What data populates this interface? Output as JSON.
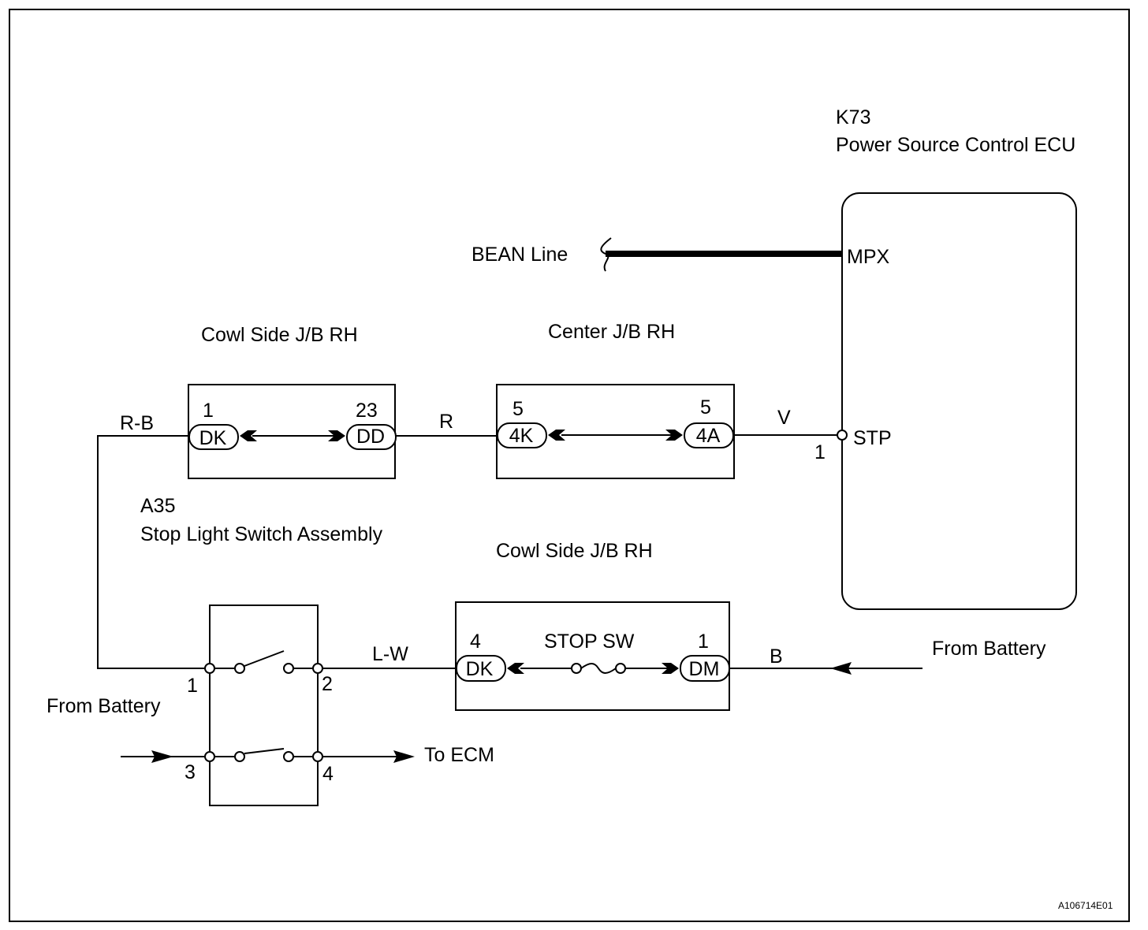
{
  "ecu": {
    "code": "K73",
    "name": "Power Source Control ECU",
    "pin_mpx": "MPX",
    "pin_stp": "STP",
    "stp_pin_number": "1"
  },
  "bean_line": "BEAN Line",
  "cowl_jb_top": {
    "title": "Cowl Side J/B RH",
    "left_pin": "1",
    "left_connector": "DK",
    "right_pin": "23",
    "right_connector": "DD"
  },
  "center_jb": {
    "title": "Center J/B RH",
    "left_pin": "5",
    "left_connector": "4K",
    "right_pin": "5",
    "right_connector": "4A"
  },
  "cowl_jb_bottom": {
    "title": "Cowl Side J/B RH",
    "left_pin": "4",
    "left_connector": "DK",
    "fuse": "STOP SW",
    "right_pin": "1",
    "right_connector": "DM"
  },
  "switch": {
    "code": "A35",
    "name": "Stop Light Switch Assembly",
    "pin1": "1",
    "pin2": "2",
    "pin3": "3",
    "pin4": "4"
  },
  "wires": {
    "rb": "R-B",
    "r": "R",
    "v": "V",
    "lw": "L-W",
    "b": "B"
  },
  "labels": {
    "from_battery_right": "From Battery",
    "from_battery_left": "From Battery",
    "to_ecm": "To ECM"
  },
  "figure_id": "A106714E01"
}
